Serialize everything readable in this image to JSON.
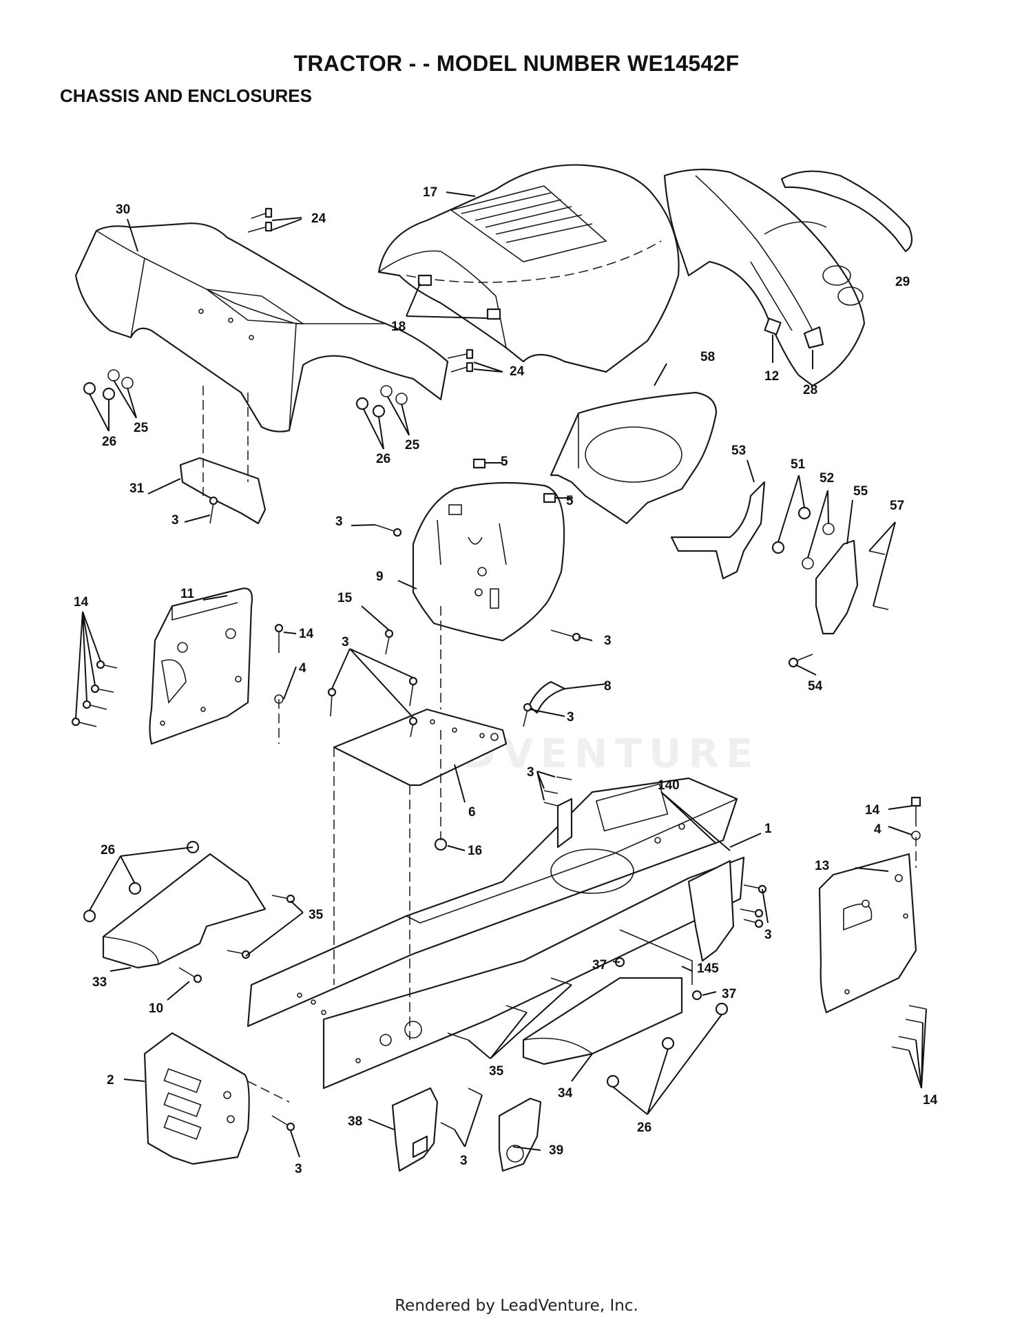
{
  "page": {
    "title": "TRACTOR - - MODEL NUMBER WE14542F",
    "subtitle": "CHASSIS AND ENCLOSURES",
    "footer": "Rendered by LeadVenture, Inc.",
    "watermark": "LEADVENTURE"
  },
  "callouts": [
    {
      "id": "c30",
      "label": "30"
    },
    {
      "id": "c24a",
      "label": "24"
    },
    {
      "id": "c17",
      "label": "17"
    },
    {
      "id": "c18",
      "label": "18"
    },
    {
      "id": "c29",
      "label": "29"
    },
    {
      "id": "c12",
      "label": "12"
    },
    {
      "id": "c28",
      "label": "28"
    },
    {
      "id": "c24b",
      "label": "24"
    },
    {
      "id": "c25a",
      "label": "25"
    },
    {
      "id": "c26a",
      "label": "26"
    },
    {
      "id": "c25b",
      "label": "25"
    },
    {
      "id": "c26b",
      "label": "26"
    },
    {
      "id": "c58",
      "label": "58"
    },
    {
      "id": "c5a",
      "label": "5"
    },
    {
      "id": "c5b",
      "label": "5"
    },
    {
      "id": "c31",
      "label": "31"
    },
    {
      "id": "c3a",
      "label": "3"
    },
    {
      "id": "c3b",
      "label": "3"
    },
    {
      "id": "c9",
      "label": "9"
    },
    {
      "id": "c53",
      "label": "53"
    },
    {
      "id": "c51",
      "label": "51"
    },
    {
      "id": "c52",
      "label": "52"
    },
    {
      "id": "c55",
      "label": "55"
    },
    {
      "id": "c57",
      "label": "57"
    },
    {
      "id": "c11",
      "label": "11"
    },
    {
      "id": "c14a",
      "label": "14"
    },
    {
      "id": "c15",
      "label": "15"
    },
    {
      "id": "c14b",
      "label": "14"
    },
    {
      "id": "c4a",
      "label": "4"
    },
    {
      "id": "c3c",
      "label": "3"
    },
    {
      "id": "c3d",
      "label": "3"
    },
    {
      "id": "c8",
      "label": "8"
    },
    {
      "id": "c3e",
      "label": "3"
    },
    {
      "id": "c54",
      "label": "54"
    },
    {
      "id": "c6",
      "label": "6"
    },
    {
      "id": "c3f",
      "label": "3"
    },
    {
      "id": "c140",
      "label": "140"
    },
    {
      "id": "c1",
      "label": "1"
    },
    {
      "id": "c14c",
      "label": "14"
    },
    {
      "id": "c4b",
      "label": "4"
    },
    {
      "id": "c16",
      "label": "16"
    },
    {
      "id": "c26c",
      "label": "26"
    },
    {
      "id": "c13",
      "label": "13"
    },
    {
      "id": "c35a",
      "label": "35"
    },
    {
      "id": "c3g",
      "label": "3"
    },
    {
      "id": "c33",
      "label": "33"
    },
    {
      "id": "c10",
      "label": "10"
    },
    {
      "id": "c37a",
      "label": "37"
    },
    {
      "id": "c145",
      "label": "145"
    },
    {
      "id": "c37b",
      "label": "37"
    },
    {
      "id": "c2",
      "label": "2"
    },
    {
      "id": "c35b",
      "label": "35"
    },
    {
      "id": "c34",
      "label": "34"
    },
    {
      "id": "c14d",
      "label": "14"
    },
    {
      "id": "c38",
      "label": "38"
    },
    {
      "id": "c26d",
      "label": "26"
    },
    {
      "id": "c39",
      "label": "39"
    },
    {
      "id": "c3h",
      "label": "3"
    },
    {
      "id": "c3i",
      "label": "3"
    }
  ]
}
